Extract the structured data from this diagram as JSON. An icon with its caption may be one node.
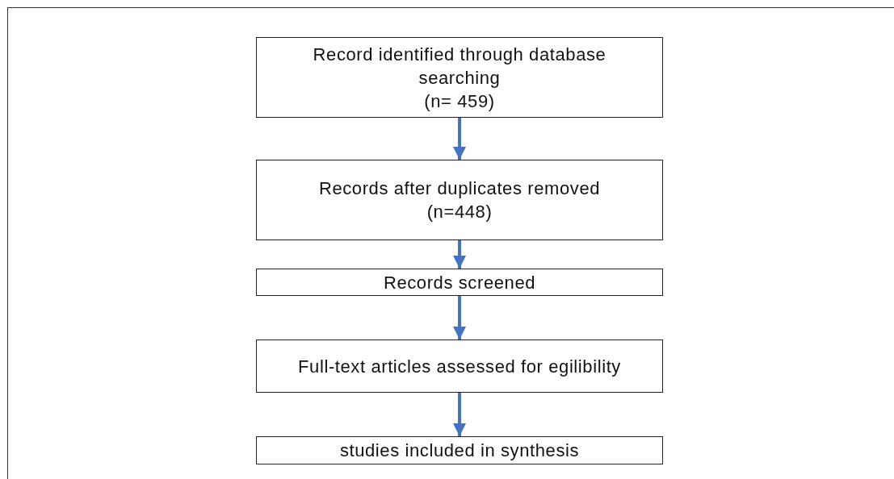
{
  "diagram": {
    "nodes": [
      {
        "text": [
          "Record identified through database searching",
          "(n= 459)"
        ]
      },
      {
        "text": [
          "Records after duplicates removed",
          "(n=448)"
        ]
      },
      {
        "text": [
          "Records screened"
        ]
      },
      {
        "text": [
          "Full-text articles assessed for egilibility"
        ]
      },
      {
        "text": [
          "studies included in synthesis"
        ]
      }
    ],
    "edges": [
      {
        "from": 0,
        "to": 1,
        "arrow": "to"
      },
      {
        "from": 1,
        "to": 2,
        "arrow": "to"
      },
      {
        "from": 2,
        "to": 3,
        "arrow": "to"
      },
      {
        "from": 3,
        "to": 4,
        "arrow": "to"
      }
    ]
  }
}
